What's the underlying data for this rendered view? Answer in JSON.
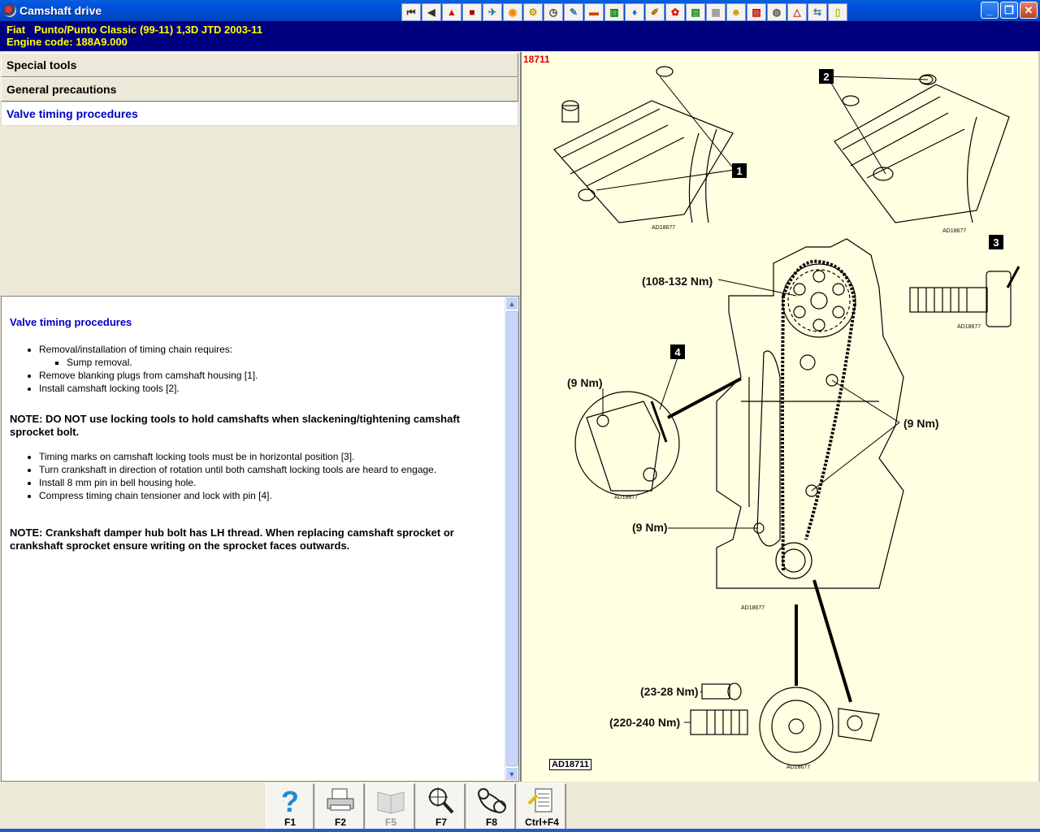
{
  "window": {
    "title": "Camshaft drive",
    "controls": [
      "minimize",
      "restore",
      "close"
    ]
  },
  "toolbar": {
    "icons": [
      "first-page-icon",
      "back-icon",
      "warning-icon",
      "stop-icon",
      "tool-icon",
      "gauge-icon",
      "engine-icon",
      "clock-icon",
      "spanner-icon",
      "vehicle-icon",
      "info-icon",
      "part-icon",
      "wiring-icon",
      "lubricant-icon",
      "print-icon",
      "notes-icon",
      "faults-icon",
      "calendar-icon",
      "diagnostic-icon",
      "alert-icon",
      "network-icon",
      "page-icon"
    ]
  },
  "vehicle": {
    "line1": "Fiat   Punto/Punto Classic (99-11) 1,3D JTD 2003-11",
    "line2": "Engine code: 188A9.000"
  },
  "sections": [
    {
      "label": "Special tools"
    },
    {
      "label": "General precautions"
    },
    {
      "label": "Valve timing procedures"
    }
  ],
  "content": {
    "heading": "Valve timing procedures",
    "list1": [
      "Removal/installation of timing chain requires:",
      "Remove blanking plugs from camshaft housing [1].",
      "Install camshaft locking tools [2]."
    ],
    "sublist1": [
      "Sump removal."
    ],
    "note1": "NOTE: DO NOT use locking tools to hold camshafts when slackening/tightening camshaft sprocket bolt.",
    "list2": [
      "Timing marks on camshaft locking tools must be in horizontal position [3].",
      "Turn crankshaft in direction of rotation until both camshaft locking tools are heard to engage.",
      "Install 8 mm pin in bell housing hole.",
      "Compress timing chain tensioner and lock with pin [4]."
    ],
    "note2": "NOTE: Crankshaft damper hub bolt has LH thread. When replacing camshaft sprocket or crankshaft sprocket ensure writing on the sprocket faces outwards."
  },
  "diagram": {
    "id": "18711",
    "ref": "AD18711",
    "callouts": [
      "1",
      "2",
      "3",
      "4"
    ],
    "torques": [
      "(108-132 Nm)",
      "(9 Nm)",
      "(9 Nm)",
      "(9 Nm)",
      "(23-28 Nm)",
      "(220-240 Nm)"
    ],
    "sub_refs": [
      "AD18677",
      "AD18677",
      "AD18677",
      "AD18677",
      "AD18677",
      "AD18677"
    ]
  },
  "function_keys": [
    {
      "label": "F1",
      "icon": "help-icon",
      "enabled": true
    },
    {
      "label": "F2",
      "icon": "printer-icon",
      "enabled": true
    },
    {
      "label": "F5",
      "icon": "book-icon",
      "enabled": false
    },
    {
      "label": "F7",
      "icon": "zoom-icon",
      "enabled": true
    },
    {
      "label": "F8",
      "icon": "belt-icon",
      "enabled": true
    },
    {
      "label": "Ctrl+F4",
      "icon": "notepad-icon",
      "enabled": true
    }
  ]
}
